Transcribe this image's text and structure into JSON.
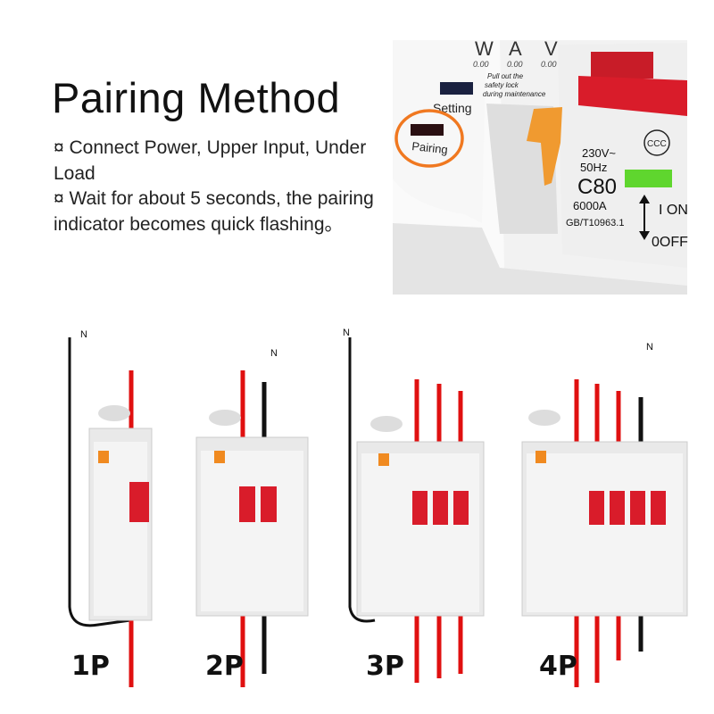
{
  "heading": "Pairing Method",
  "steps": [
    "¤ Connect Power, Upper Input, Under Load",
    "¤ Wait for about 5 seconds, the pairing indicator becomes quick flashing。"
  ],
  "device_closeup": {
    "meter_values": [
      "0.00",
      "0.00",
      "0.00"
    ],
    "meter_units": [
      "W",
      "A",
      "V"
    ],
    "safety_note": [
      "Pull out the",
      "safety lock",
      "during maintenance"
    ],
    "setting_label": "Setting",
    "pairing_label": "Pairing",
    "rating_lines": [
      "230V~",
      "50Hz",
      "C80",
      "6000A",
      "GB/T10963.1"
    ],
    "on_label": "I ON",
    "off_label": "0OFF",
    "cert_mark": "CCC",
    "highlight_color": "#f07820"
  },
  "wiring": [
    {
      "pole_label": "1P",
      "neutral_label": "N"
    },
    {
      "pole_label": "2P",
      "neutral_label": "N"
    },
    {
      "pole_label": "3P",
      "neutral_label": "N"
    },
    {
      "pole_label": "4P",
      "neutral_label": "N"
    }
  ],
  "colors": {
    "live_wire": "#e01010",
    "neutral_wire": "#111111",
    "handle": "#d91c2a"
  }
}
